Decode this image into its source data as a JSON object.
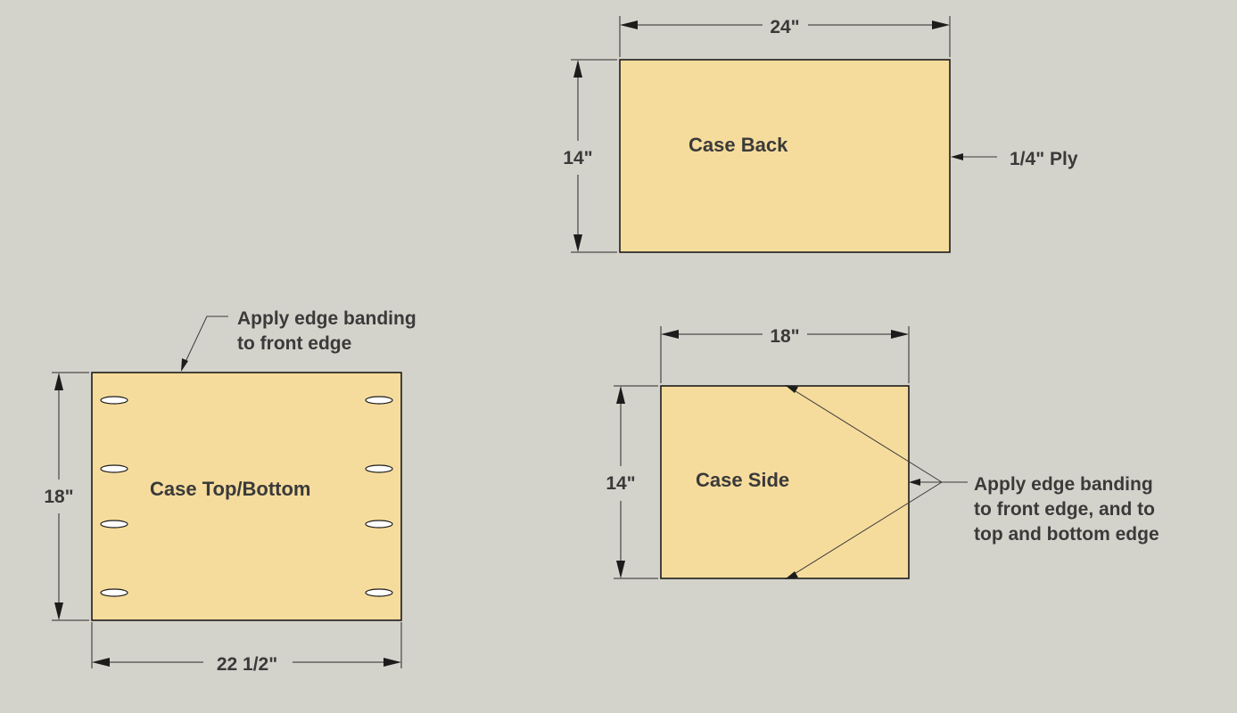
{
  "case_back": {
    "label": "Case Back",
    "width_dim": "24\"",
    "height_dim": "14\"",
    "material_note": "1/4\" Ply"
  },
  "case_top_bottom": {
    "label": "Case Top/Bottom",
    "width_dim": "22 1/2\"",
    "height_dim": "18\"",
    "note_line1": "Apply edge banding",
    "note_line2": "to front edge"
  },
  "case_side": {
    "label": "Case Side",
    "width_dim": "18\"",
    "height_dim": "14\"",
    "note_line1": "Apply edge banding",
    "note_line2": "to front edge, and to",
    "note_line3": "top and bottom edge"
  }
}
